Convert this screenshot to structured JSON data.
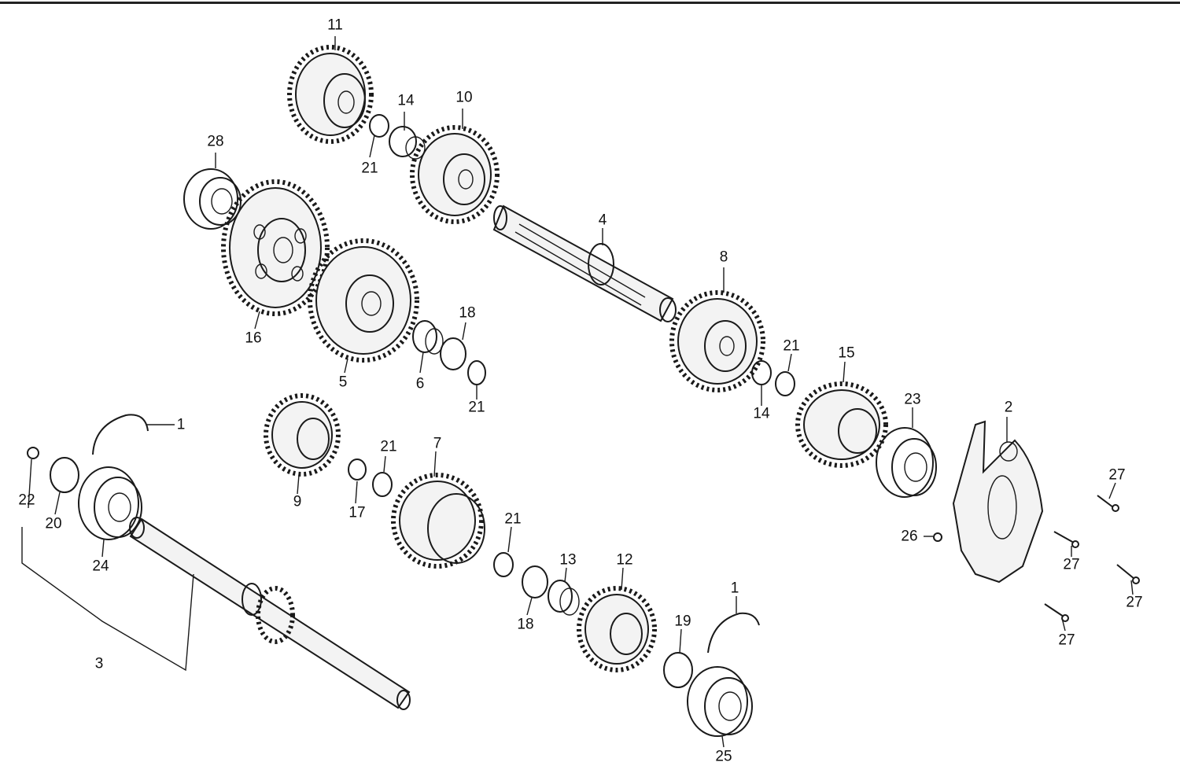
{
  "callouts": [
    "11",
    "14",
    "10",
    "28",
    "21",
    "4",
    "8",
    "16",
    "5",
    "18",
    "6",
    "21",
    "21",
    "15",
    "23",
    "2",
    "1",
    "9",
    "21",
    "7",
    "17",
    "22",
    "20",
    "24",
    "21",
    "13",
    "12",
    "1",
    "19",
    "18",
    "3",
    "26",
    "27",
    "27",
    "27",
    "27",
    "25",
    "14"
  ],
  "colors": {
    "ink": "#1a1a1a",
    "background": "#ffffff"
  }
}
